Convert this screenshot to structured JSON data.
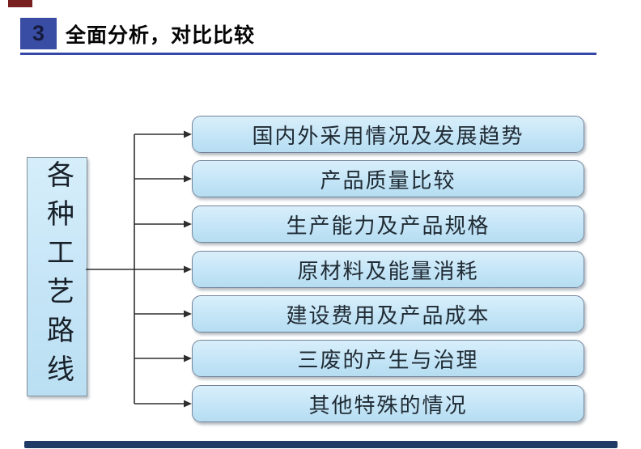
{
  "header": {
    "number": "3",
    "title": "全面分析，对比比较"
  },
  "diagram": {
    "source_label": "各种工艺路线",
    "items": [
      "国内外采用情况及发展趋势",
      "产品质量比较",
      "生产能力及产品规格",
      "原材料及能量消耗",
      "建设费用及产品成本",
      "三废的产生与治理",
      "其他特殊的情况"
    ]
  },
  "colors": {
    "accent_blue": "#3a4da4",
    "rule_blue": "#3547a9",
    "connector_line": "#2e2e2e",
    "box_border": "#74859a",
    "box_fill_top": "#d9effb",
    "box_fill_bottom": "#b6ddf1",
    "footer_bar_navy": "#203a66",
    "top_mark_red": "#7a1f1f",
    "text_dark": "#202b34"
  }
}
